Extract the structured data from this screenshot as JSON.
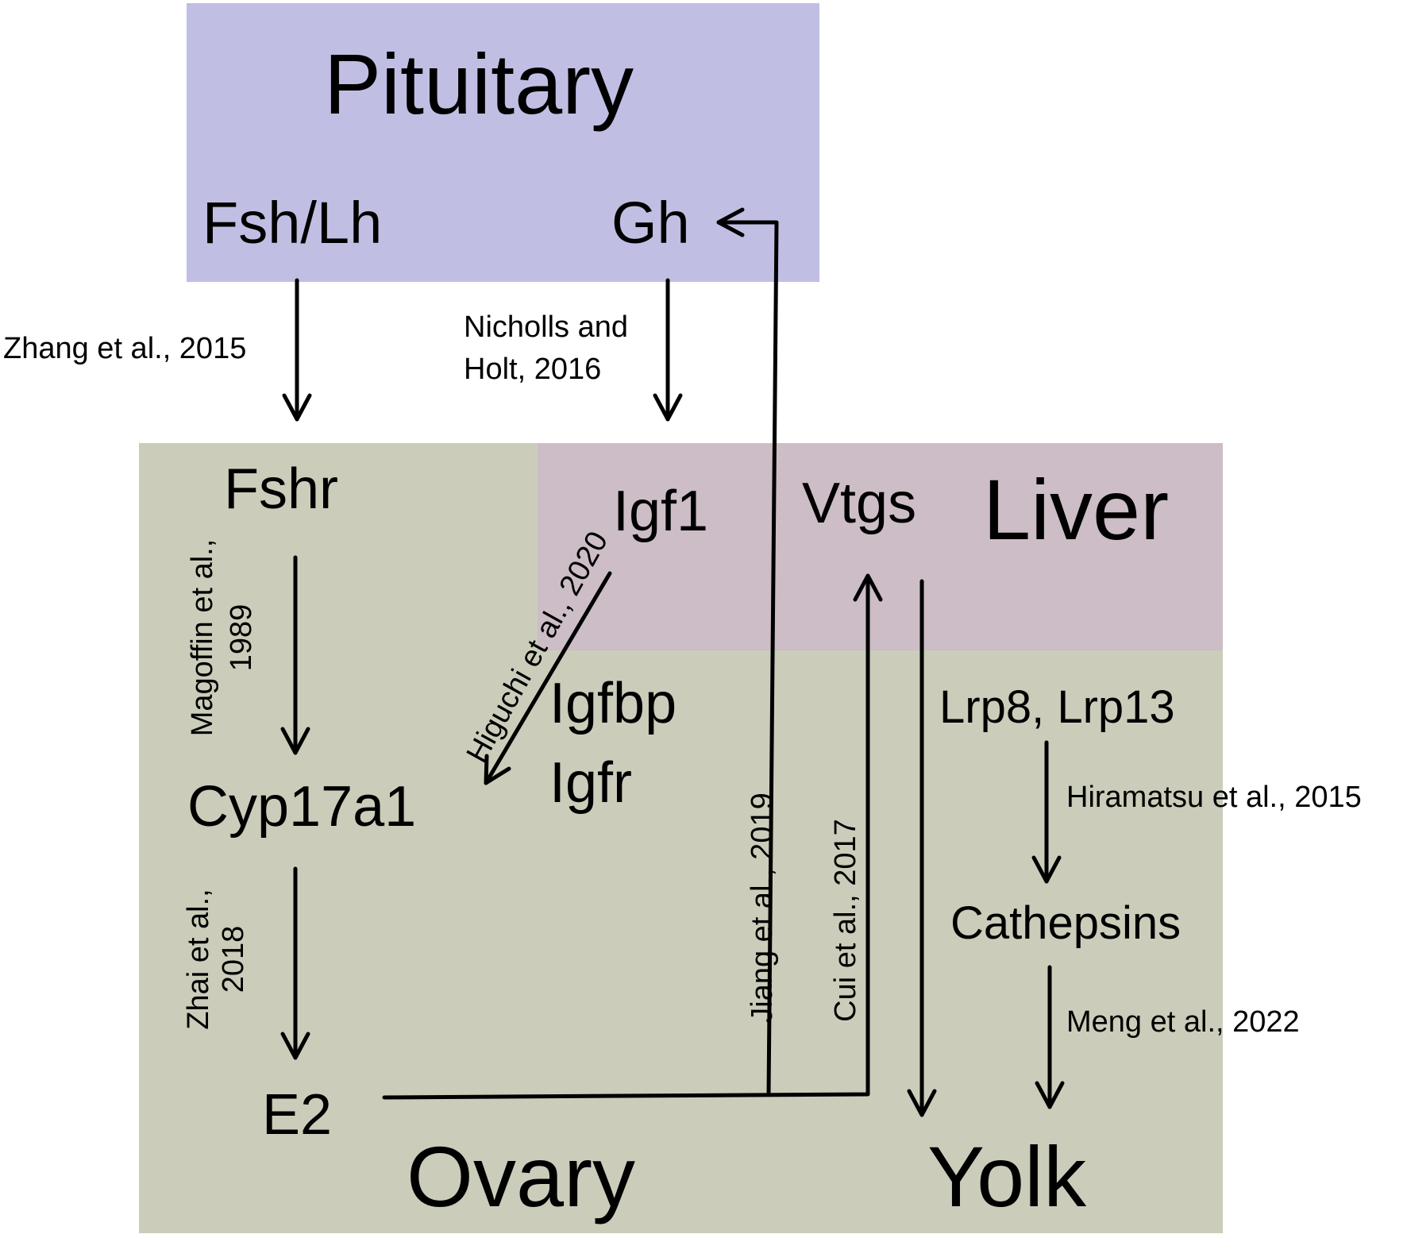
{
  "colors": {
    "pituitary": "#c0bfe3",
    "ovary": "#cbcdba",
    "liver": "#ccbdc6",
    "arrow": "#000000"
  },
  "regions": {
    "pituitary": "Pituitary",
    "liver": "Liver",
    "ovary": "Ovary",
    "yolk": "Yolk"
  },
  "nodes": {
    "fsh_lh": "Fsh/Lh",
    "gh": "Gh",
    "fshr": "Fshr",
    "igf1": "Igf1",
    "vtgs": "Vtgs",
    "igfbp": "Igfbp",
    "igfr": "Igfr",
    "cyp17a1": "Cyp17a1",
    "lrp": "Lrp8, Lrp13",
    "cathepsins": "Cathepsins",
    "e2": "E2"
  },
  "citations": {
    "zhang": "Zhang et al., 2015",
    "nicholls_line1": "Nicholls and",
    "nicholls_line2": "Holt, 2016",
    "magoffin_line1": "Magoffin et al.,",
    "magoffin_line2": "1989",
    "higuchi": "Higuchi et al., 2020",
    "zhai_line1": "Zhai et al.,",
    "zhai_line2": "2018",
    "jiang": "Jiang et al., 2019",
    "cui": "Cui et al., 2017",
    "hiramatsu": "Hiramatsu et al., 2015",
    "meng": "Meng et al., 2022"
  }
}
